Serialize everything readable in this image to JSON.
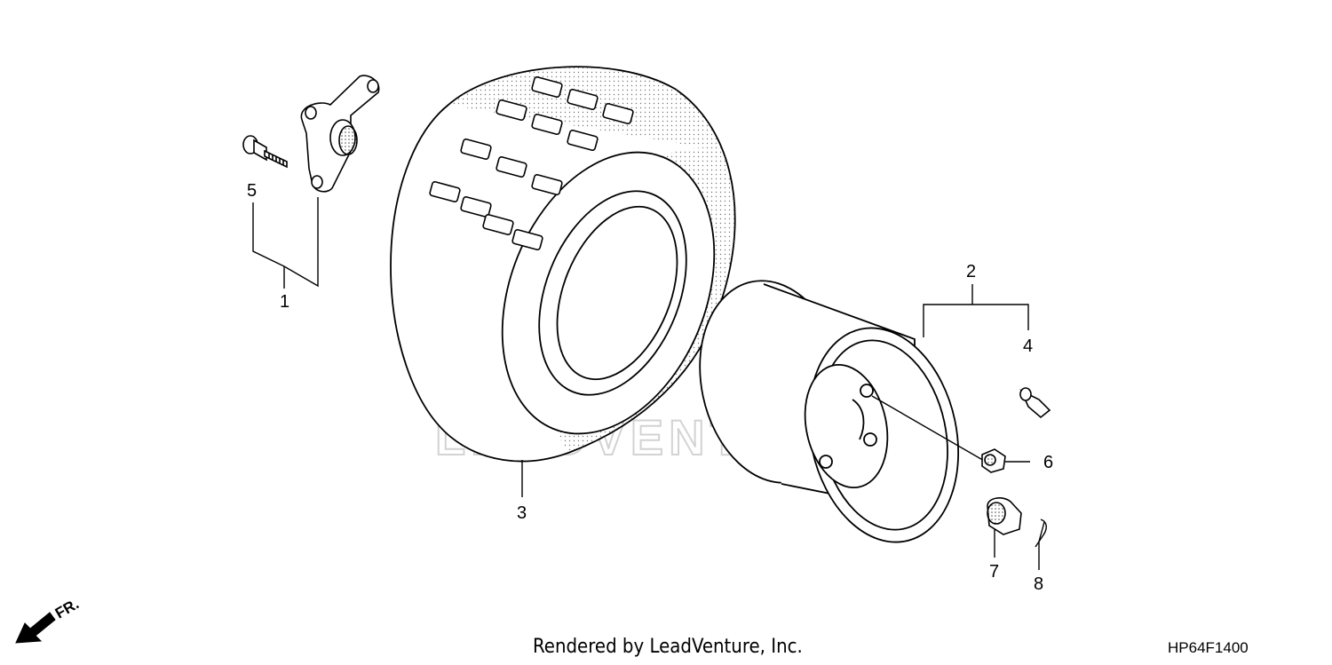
{
  "callouts": {
    "c1": "1",
    "c2": "2",
    "c3": "3",
    "c4": "4",
    "c5": "5",
    "c6": "6",
    "c7": "7",
    "c8": "8"
  },
  "direction_marker": "FR.",
  "footer_text": "Rendered by LeadVenture, Inc.",
  "diagram_code": "HP64F1400",
  "watermark": "LEADVENTURE",
  "colors": {
    "line": "#000000",
    "stipple": "#555555",
    "watermark": "#d8d8d8"
  }
}
